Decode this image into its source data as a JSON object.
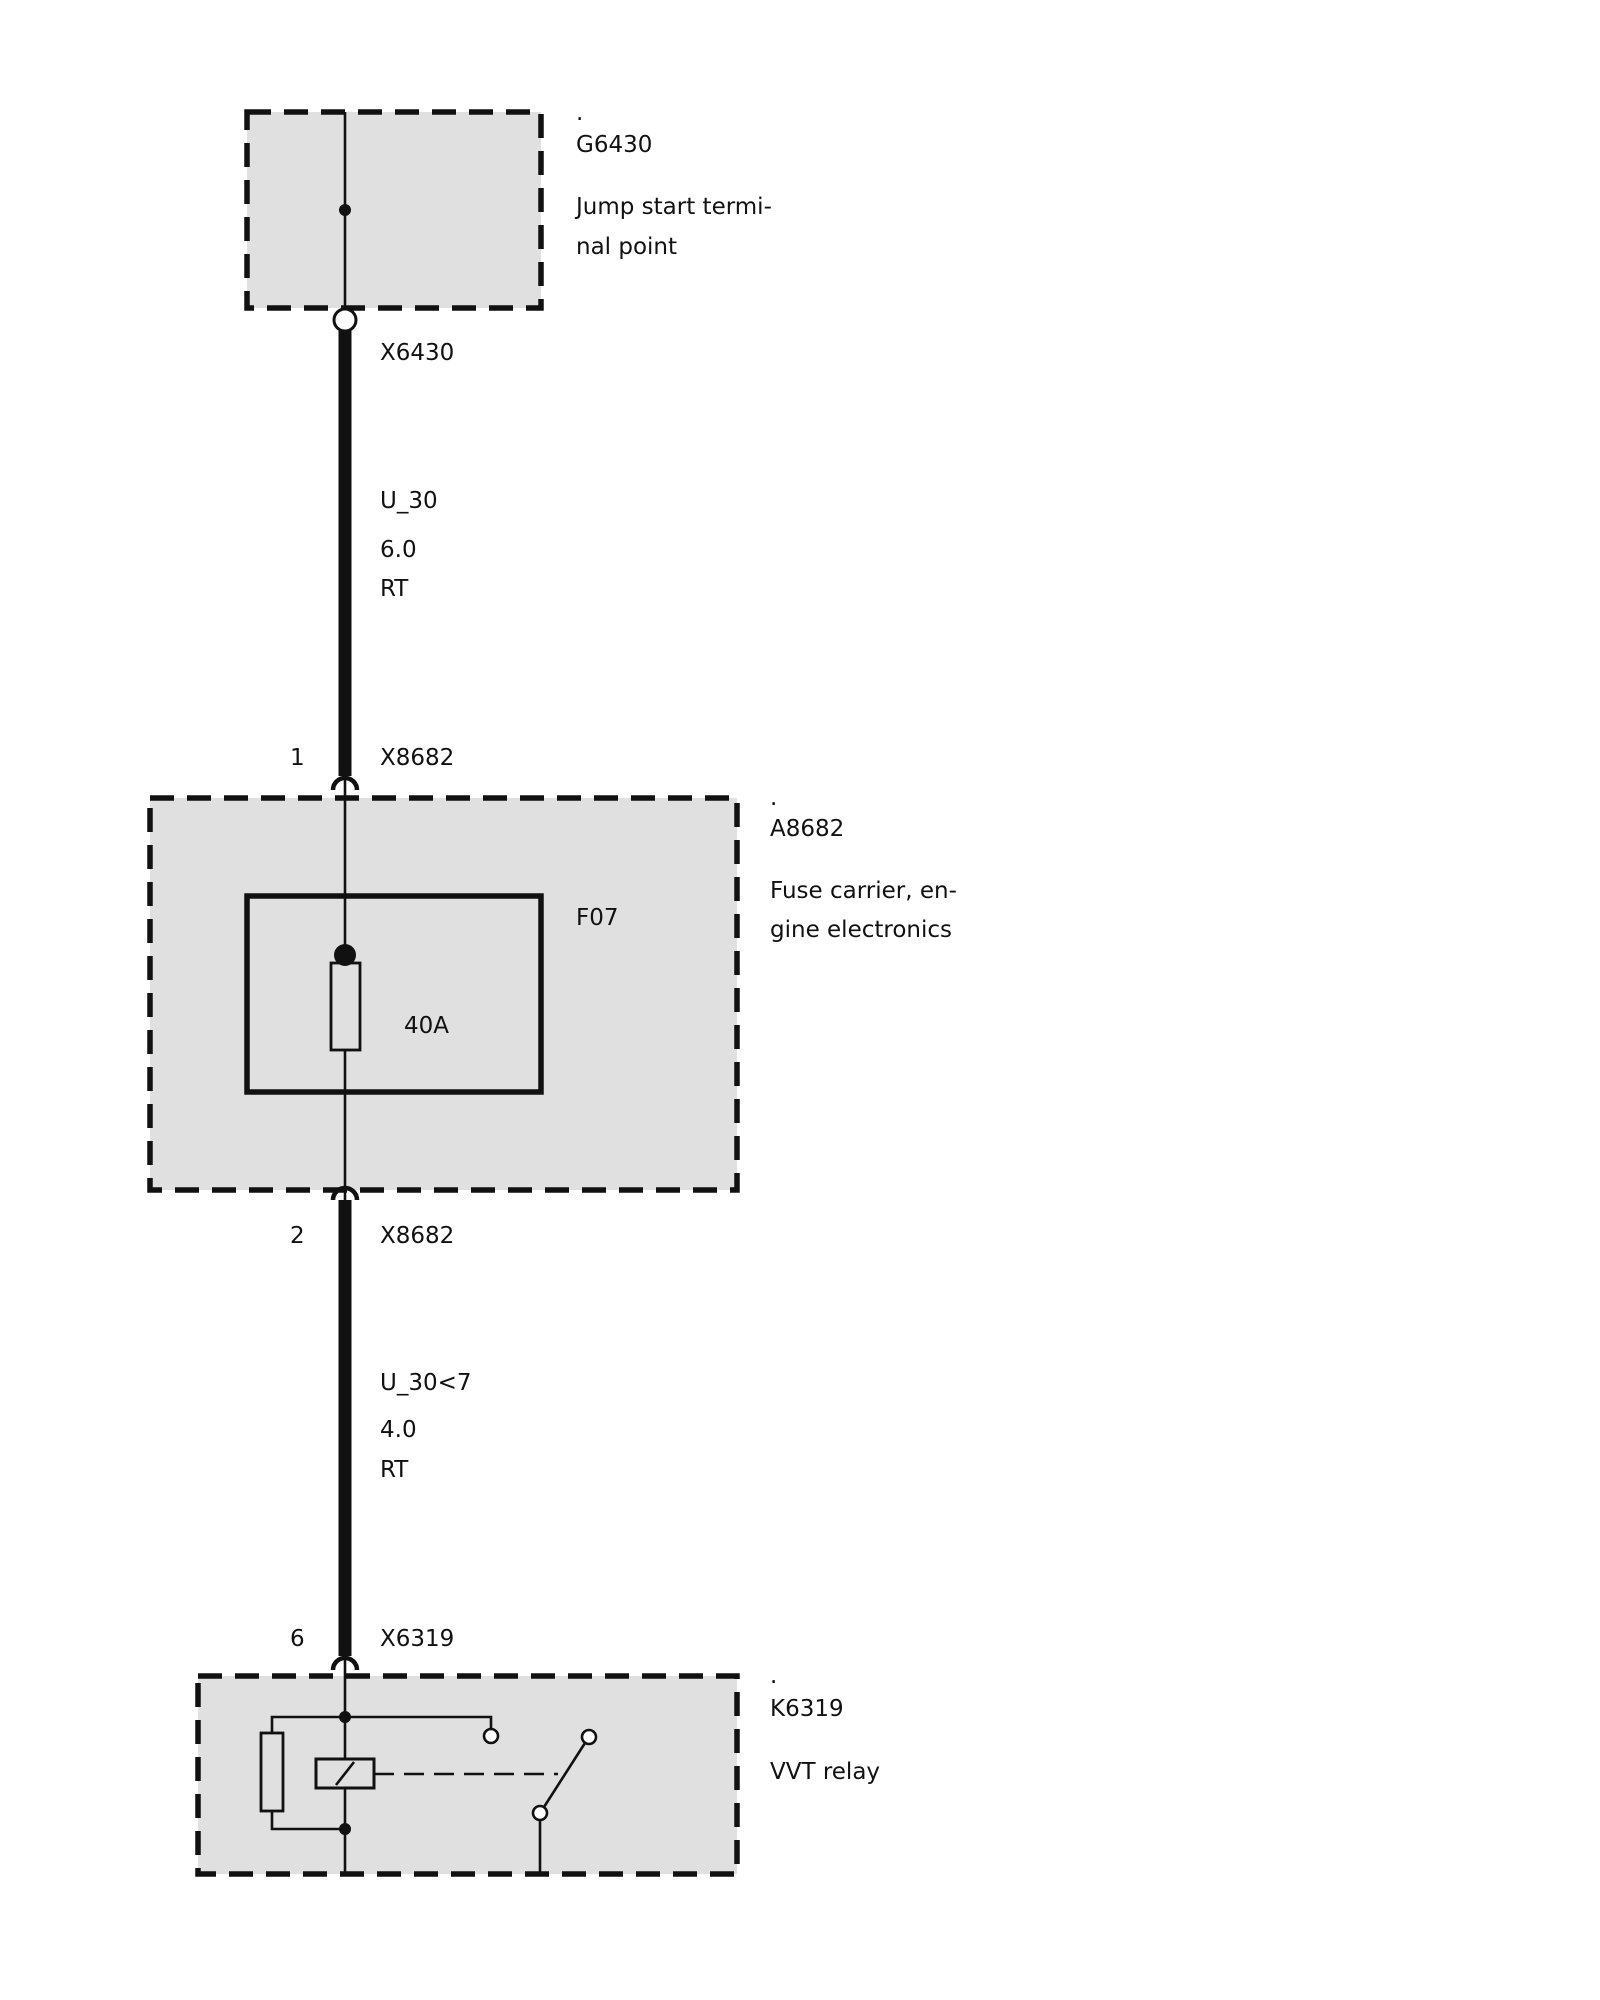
{
  "components": {
    "g6430": {
      "marker": ".",
      "code": "G6430",
      "desc_line1": "Jump start termi-",
      "desc_line2": "nal point"
    },
    "a8682": {
      "marker": ".",
      "code": "A8682",
      "desc_line1": "Fuse carrier, en-",
      "desc_line2": "gine electronics"
    },
    "k6319": {
      "marker": ".",
      "code": "K6319",
      "desc": "VVT relay"
    }
  },
  "fuse": {
    "code": "F07",
    "rating": "40A"
  },
  "connectors": {
    "x6430": {
      "code": "X6430"
    },
    "x8682_in": {
      "pin": "1",
      "code": "X8682"
    },
    "x8682_out": {
      "pin": "2",
      "code": "X8682"
    },
    "x6319": {
      "pin": "6",
      "code": "X6319"
    }
  },
  "wires": {
    "upper": {
      "signal": "U_30",
      "size": "6.0",
      "color": "RT"
    },
    "lower": {
      "signal": "U_30<7",
      "size": "4.0",
      "color": "RT"
    }
  }
}
